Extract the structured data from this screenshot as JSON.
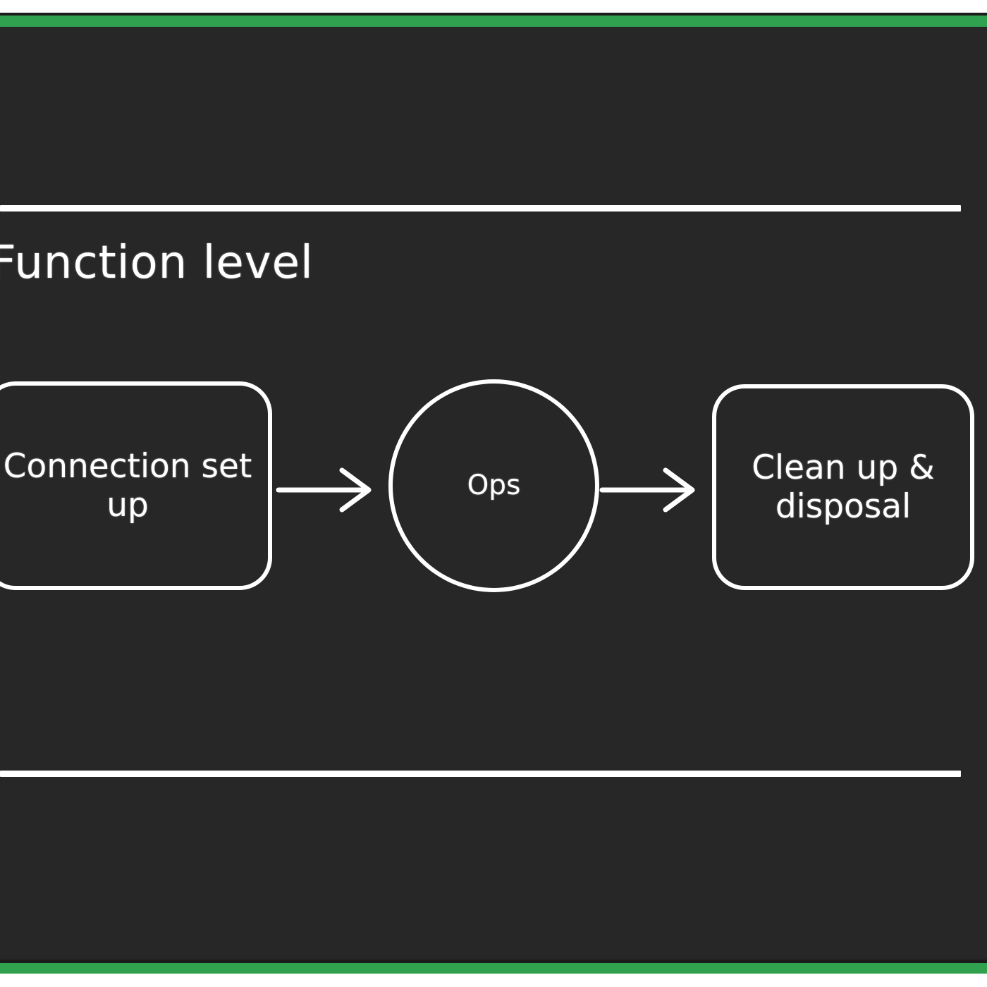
{
  "canvas": {
    "background_color": "#272727",
    "accent_color": "#30a14e",
    "stroke_color": "#ffffff"
  },
  "lane": {
    "title": "Function level",
    "divider_count": 2
  },
  "diagram": {
    "type": "flowchart",
    "direction": "left-to-right",
    "nodes": [
      {
        "id": "connection-set-up",
        "shape": "rounded-rectangle",
        "label_line1": "Connection set",
        "label_line2": "up"
      },
      {
        "id": "ops",
        "shape": "circle",
        "label": "Ops"
      },
      {
        "id": "clean-up-disposal",
        "shape": "rounded-rectangle",
        "label_line1": "Clean up &",
        "label_line2": "disposal"
      }
    ],
    "edges": [
      {
        "id": "edge-1",
        "from": "connection-set-up",
        "to": "ops",
        "style": "arrow"
      },
      {
        "id": "edge-2",
        "from": "ops",
        "to": "clean-up-disposal",
        "style": "arrow"
      }
    ]
  }
}
